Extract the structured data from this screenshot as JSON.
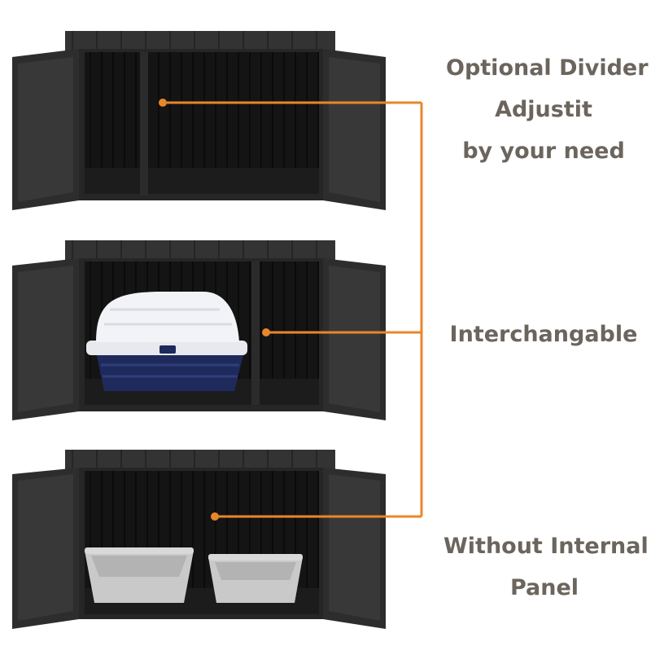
{
  "colors": {
    "accent": "#e8872a",
    "text": "#6b655d",
    "cabinet": "#2f2f2f",
    "cabinet_dark": "#141414",
    "litter_box_blue": "#1f2a5c",
    "litter_box_white": "#f2f3f6",
    "tray_gray": "#c9c9c9"
  },
  "features": [
    {
      "lines": [
        "Optional Divider",
        "Adjustit",
        "by your need"
      ]
    },
    {
      "lines": [
        "Interchangable"
      ]
    },
    {
      "lines": [
        "Without Internal",
        "Panel"
      ]
    }
  ]
}
